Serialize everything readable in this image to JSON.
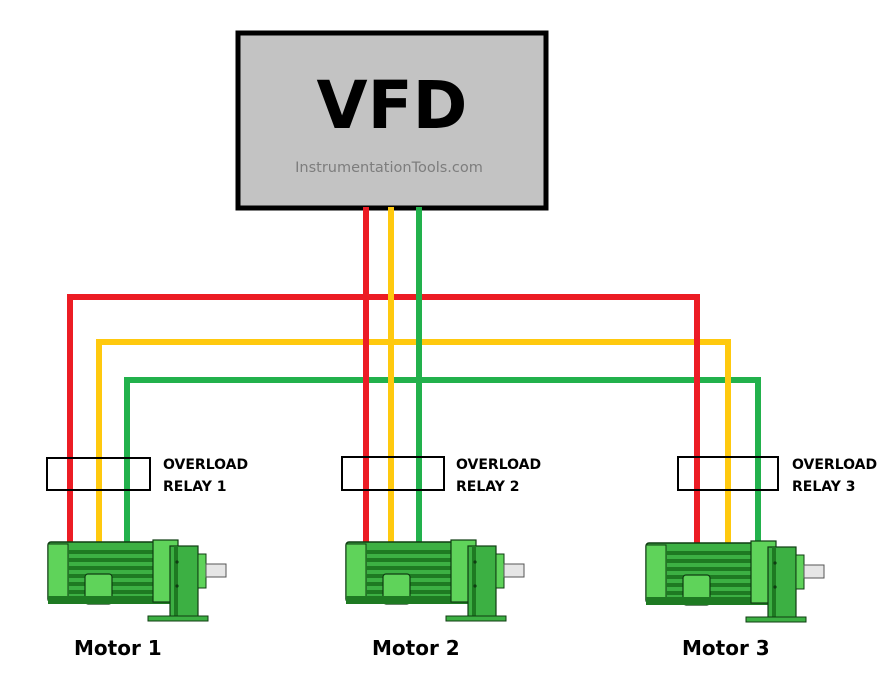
{
  "vfd": {
    "title": "VFD",
    "watermark": "InstrumentationTools.com",
    "fill_color": "#c3c3c3",
    "border_color": "#000000"
  },
  "wires": {
    "phase_colors": {
      "red": "#ec1c24",
      "yellow": "#ffc90e",
      "green": "#22b14c"
    }
  },
  "relays": [
    {
      "line1": "OVERLOAD",
      "line2": "RELAY 1"
    },
    {
      "line1": "OVERLOAD",
      "line2": "RELAY 2"
    },
    {
      "line1": "OVERLOAD",
      "line2": "RELAY 3"
    }
  ],
  "motors": [
    {
      "label": "Motor 1"
    },
    {
      "label": "Motor 2"
    },
    {
      "label": "Motor 3"
    }
  ],
  "motor_colors": {
    "body": "#3cb043",
    "light": "#5fd35a",
    "dark": "#1e7a22",
    "outline": "#0f3d12",
    "shaft": "#e6e6e6"
  }
}
